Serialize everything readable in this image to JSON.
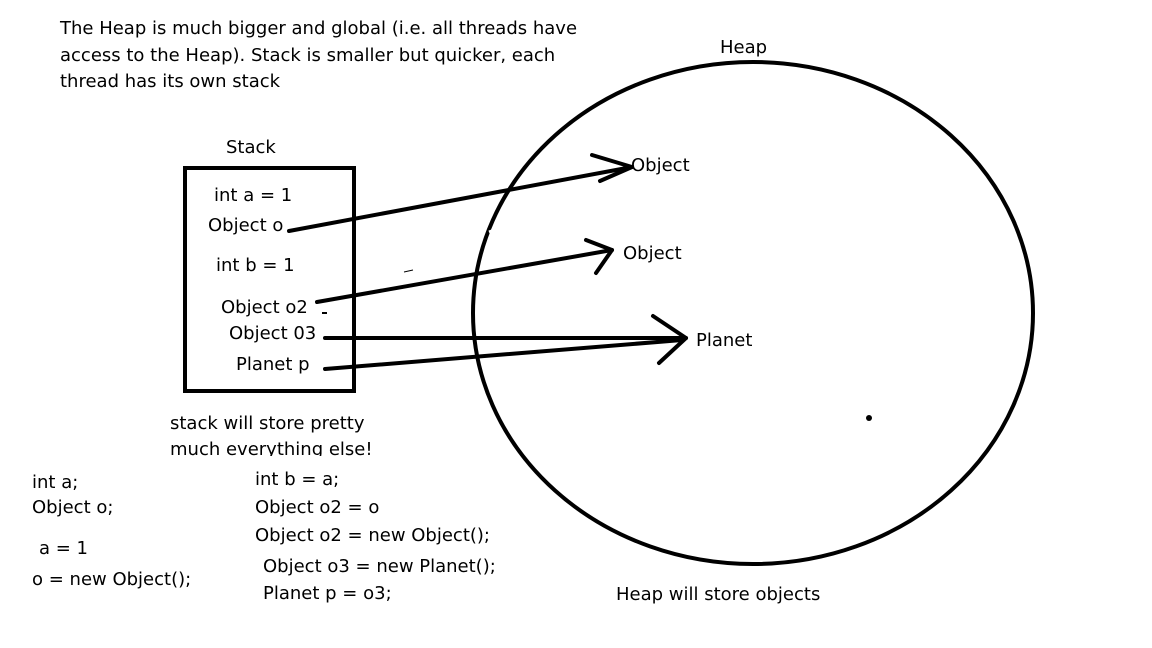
{
  "intro": {
    "line1": "The Heap is much bigger and global (i.e. all threads have",
    "line2": "access to the Heap). Stack is smaller but quicker, each",
    "line3": "thread has its own stack"
  },
  "stack": {
    "title": "Stack",
    "entries": {
      "int_a": "int a = 1",
      "object_o": "Object o",
      "int_b": "int b = 1",
      "object_o2": "Object o2",
      "object_03": "Object 03",
      "planet_p": "Planet p"
    },
    "note_line1": "stack will store pretty",
    "note_line2": "much everything else!"
  },
  "heap": {
    "title": "Heap",
    "objects": {
      "object_1": "Object",
      "object_2": "Object",
      "planet": "Planet"
    },
    "note": "Heap will store objects"
  },
  "code_left": {
    "line1": "int a;",
    "line2": "Object o;",
    "line3": "a = 1",
    "line4": "o = new Object();"
  },
  "code_mid": {
    "line1": "int b = a;",
    "line2": "Object o2 = o",
    "line3": "Object o2 = new Object();",
    "line4": "Object o3 = new Planet();",
    "line5": "Planet p = o3;"
  },
  "colors": {
    "ink": "#000000",
    "background": "#ffffff"
  }
}
